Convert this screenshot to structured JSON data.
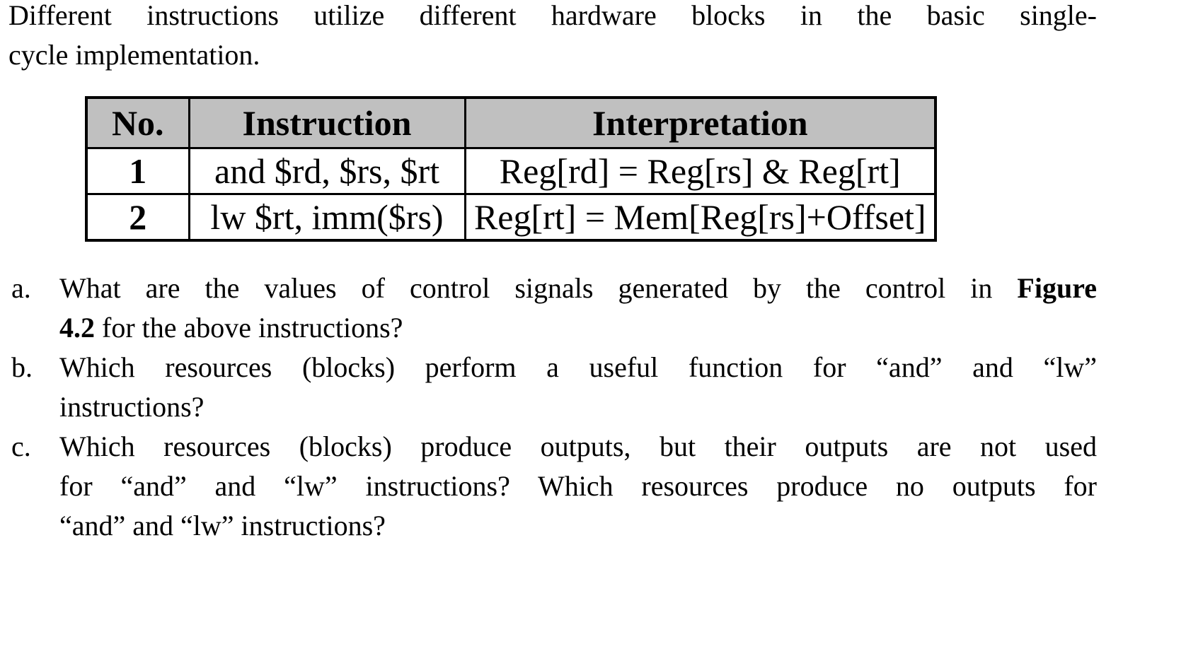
{
  "page": {
    "background_color": "#ffffff",
    "text_color": "#000000"
  },
  "intro": {
    "full_text": "Different instructions utilize different hardware blocks in the basic single-cycle implementation.",
    "lines": [
      {
        "pre": "Different instructions utilize different hardware blocks in the basic single-",
        "bold": "",
        "post": ""
      },
      {
        "pre": "cycle implementation.",
        "bold": "",
        "post": ""
      }
    ]
  },
  "table": {
    "header_bg_color": "#c0c0c0",
    "border_color": "#000000",
    "columns": [
      "No.",
      "Instruction",
      "Interpretation"
    ],
    "rows": [
      {
        "no": "1",
        "instruction": "and $rd, $rs, $rt",
        "interpretation": "Reg[rd] = Reg[rs] & Reg[rt]"
      },
      {
        "no": "2",
        "instruction": "lw $rt, imm($rs)",
        "interpretation": "Reg[rt] = Mem[Reg[rs]+Offset]"
      }
    ]
  },
  "questions": [
    {
      "label": "a.",
      "full_text": "What are the values of control signals generated by the control in Figure 4.2 for the above instructions?",
      "lines": [
        {
          "pre": "What are the values of control signals generated by the control in ",
          "bold": "Figure",
          "post": ""
        },
        {
          "pre": "",
          "bold": "4.2",
          "post": " for the above instructions?"
        }
      ]
    },
    {
      "label": "b.",
      "full_text": "Which resources (blocks) perform a useful function for “and” and “lw” instructions?",
      "lines": [
        {
          "pre": "Which resources (blocks) perform a useful function for “and” and “lw”",
          "bold": "",
          "post": ""
        },
        {
          "pre": "instructions?",
          "bold": "",
          "post": ""
        }
      ]
    },
    {
      "label": "c.",
      "full_text": "Which resources (blocks) produce outputs, but their outputs are not used for “and” and “lw” instructions? Which resources produce no outputs for “and” and “lw” instructions?",
      "lines": [
        {
          "pre": "Which resources (blocks) produce outputs, but their outputs are not used",
          "bold": "",
          "post": ""
        },
        {
          "pre": "for “and” and “lw” instructions? Which resources produce no outputs for",
          "bold": "",
          "post": ""
        },
        {
          "pre": "“and” and “lw” instructions?",
          "bold": "",
          "post": ""
        }
      ]
    }
  ]
}
